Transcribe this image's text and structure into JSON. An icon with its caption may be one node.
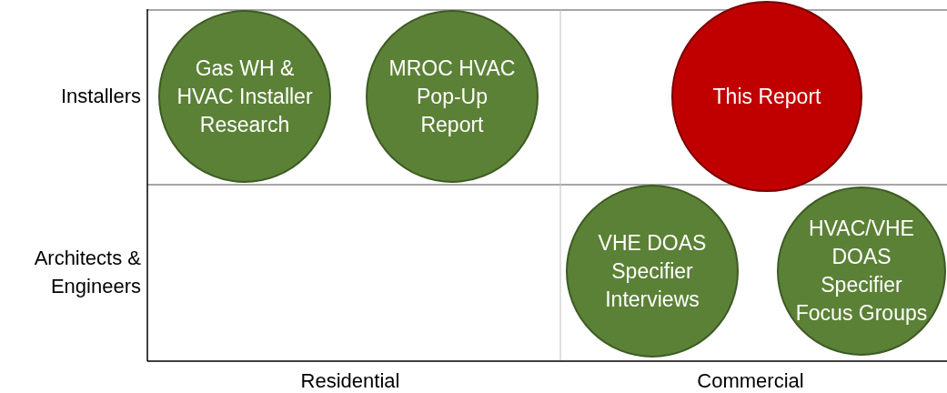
{
  "diagram": {
    "nodes": [
      {
        "text": [
          "Gas WH & HVAC Installer Research"
        ]
      },
      {
        "text": [
          "MROC HVAC Pop-Up Report"
        ]
      },
      {
        "text": [
          "This Report"
        ]
      },
      {
        "text": [
          "VHE DOAS Specifier Interviews"
        ]
      },
      {
        "text": [
          "HVAC/VHE DOAS Specifier Focus Groups"
        ]
      }
    ],
    "labels": [
      "Installers",
      "Architects & Engineers",
      "Residential",
      "Commercial"
    ]
  }
}
